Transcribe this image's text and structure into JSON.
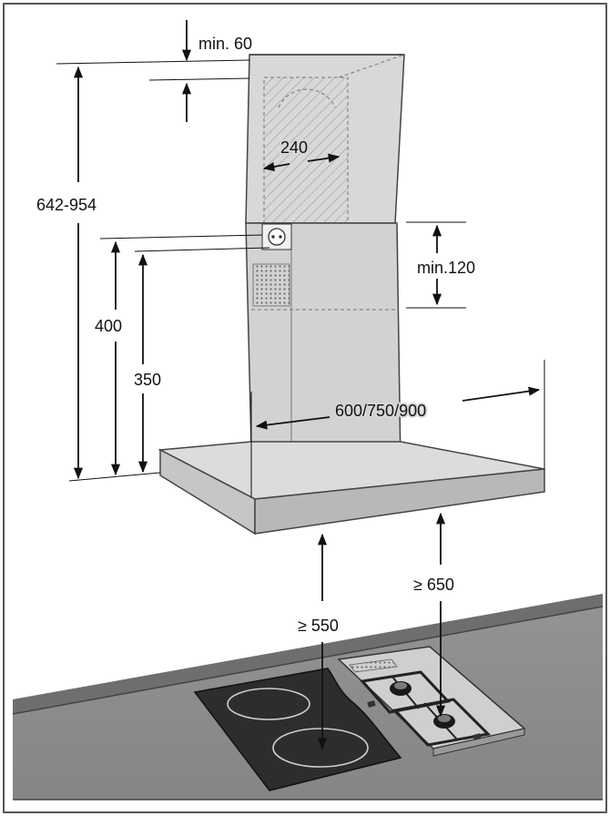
{
  "labels": {
    "min_top": "min. 60",
    "duct_width": "240",
    "overall_height": "642-954",
    "min_overlap": "min.120",
    "height_400": "400",
    "height_350": "350",
    "hood_width": "600/750/900",
    "clearance_electric": "≥ 550",
    "clearance_gas": "≥ 650"
  },
  "colors": {
    "border": "#555555",
    "stainless": "#d6d6d6",
    "worktop": "#8c8c8c",
    "cooktop": "#2d2d2d",
    "line": "#111111"
  }
}
